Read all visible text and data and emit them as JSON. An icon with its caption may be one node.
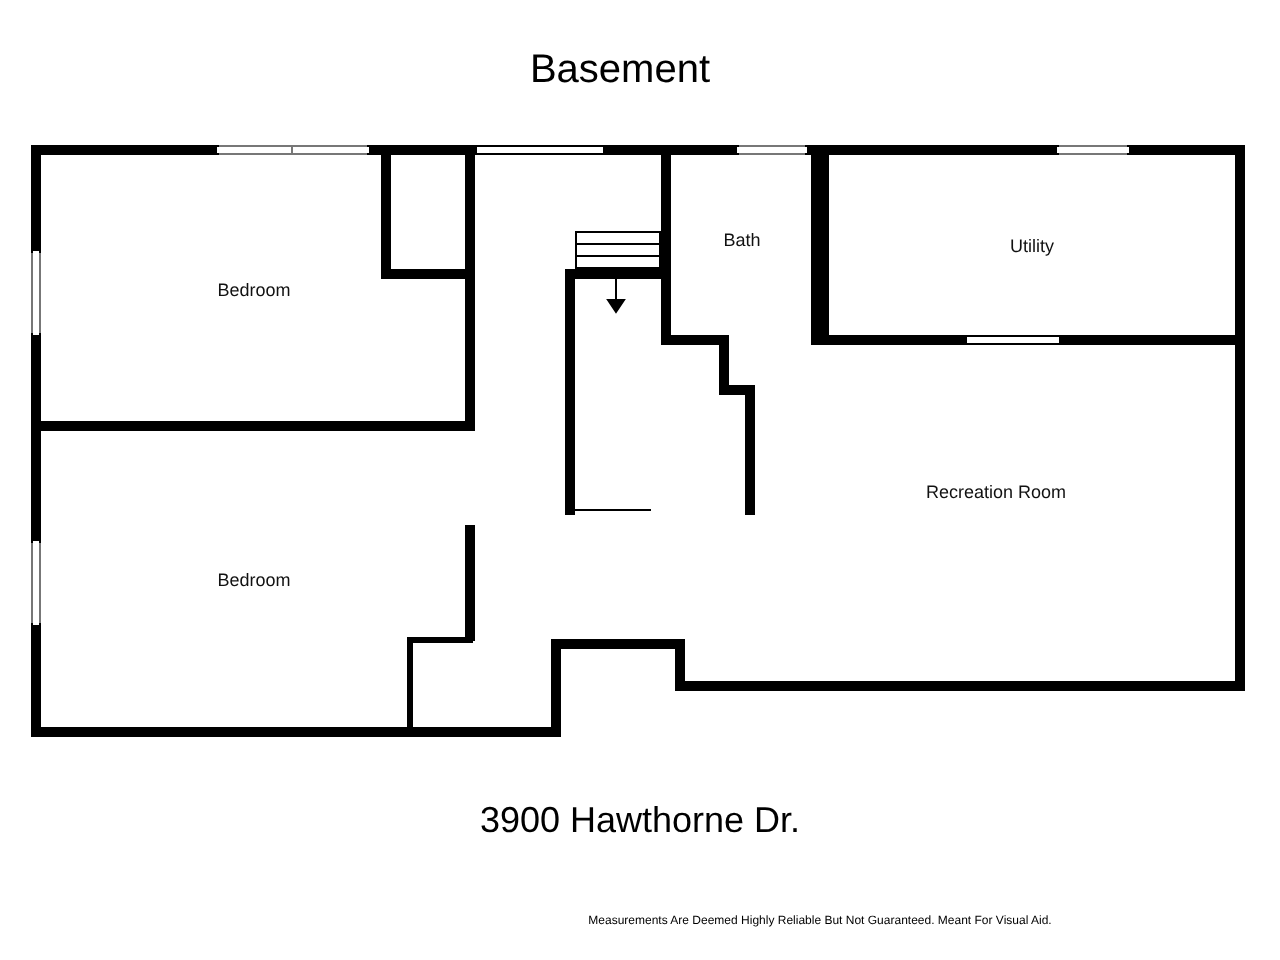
{
  "diagram": {
    "title": "Basement",
    "nodes": [
      {
        "text": [
          "Bedroom"
        ]
      },
      {
        "text": [
          "Bedroom"
        ]
      },
      {
        "text": [
          "Bath"
        ]
      },
      {
        "text": [
          "Utility"
        ]
      },
      {
        "text": [
          "Recreation Room"
        ]
      }
    ],
    "labels": [
      "3900 Hawthorne Dr.",
      "Measurements Are Deemed Highly Reliable But Not Guaranteed. Meant For Visual Aid."
    ]
  }
}
